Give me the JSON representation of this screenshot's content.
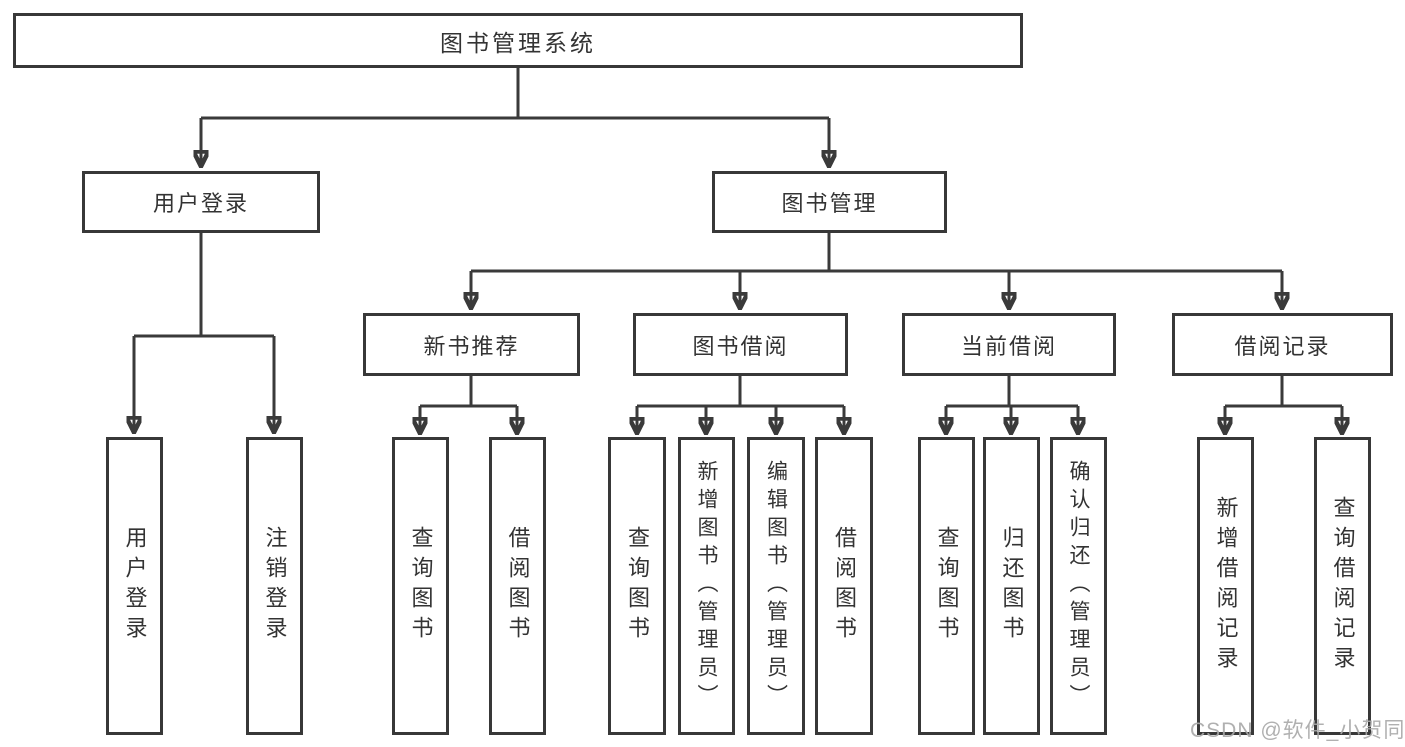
{
  "colors": {
    "line": "#3a3a3a",
    "box_border": "#383838",
    "box_background": "#ffffff",
    "text": "#333333",
    "watermark": "#a8a8a8"
  },
  "tree": {
    "root": {
      "label": "图书管理系统",
      "children": [
        {
          "label": "用户登录",
          "children": [
            {
              "label": "用户登录"
            },
            {
              "label": "注销登录"
            }
          ]
        },
        {
          "label": "图书管理",
          "children": [
            {
              "label": "新书推荐",
              "children": [
                {
                  "label": "查询图书"
                },
                {
                  "label": "借阅图书"
                }
              ]
            },
            {
              "label": "图书借阅",
              "children": [
                {
                  "label": "查询图书"
                },
                {
                  "label": "新增图书（管理员）"
                },
                {
                  "label": "编辑图书（管理员）"
                },
                {
                  "label": "借阅图书"
                }
              ]
            },
            {
              "label": "当前借阅",
              "children": [
                {
                  "label": "查询图书"
                },
                {
                  "label": "归还图书"
                },
                {
                  "label": "确认归还（管理员）"
                }
              ]
            },
            {
              "label": "借阅记录",
              "children": [
                {
                  "label": "新增借阅记录"
                },
                {
                  "label": "查询借阅记录"
                }
              ]
            }
          ]
        }
      ]
    }
  },
  "watermark": {
    "text": "CSDN @软件_小贺同学"
  }
}
